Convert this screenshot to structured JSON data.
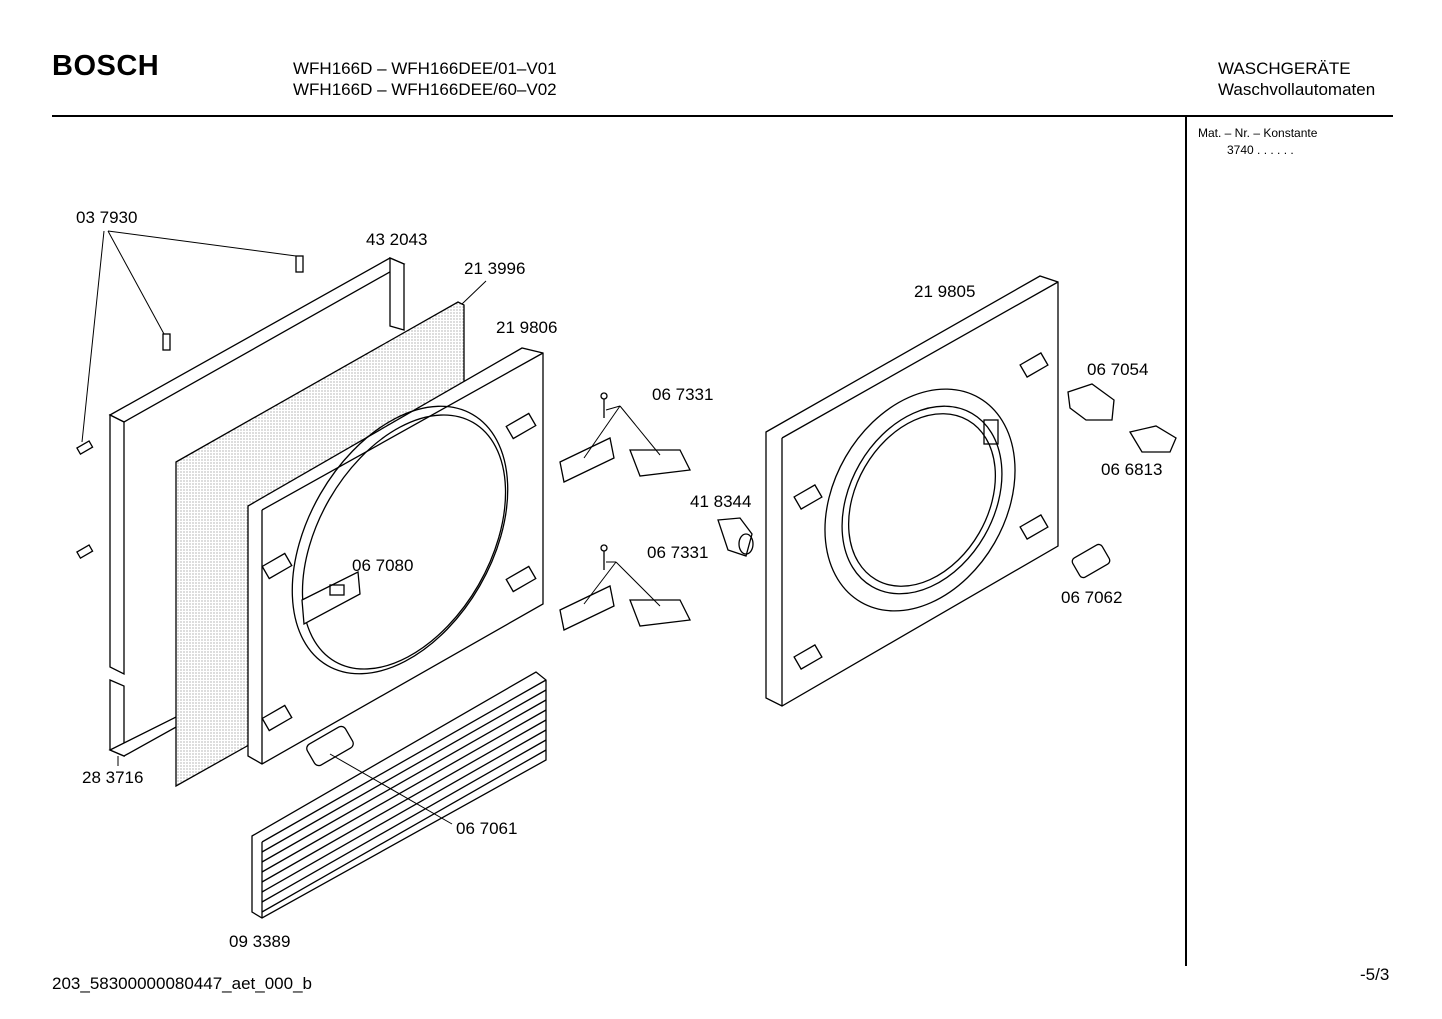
{
  "header": {
    "brand": "BOSCH",
    "model_lines": [
      "WFH166D – WFH166DEE/01–V01",
      "WFH166D – WFH166DEE/60–V02"
    ],
    "category_lines": [
      "WASCHGERÄTE",
      "Waschvollautomaten"
    ],
    "mat_label": "Mat. – Nr. – Konstante",
    "mat_value": "3740  .  .  .  .  .  ."
  },
  "parts": [
    {
      "id": "03 7930"
    },
    {
      "id": "43 2043"
    },
    {
      "id": "21 3996"
    },
    {
      "id": "21 9806"
    },
    {
      "id": "21 9805"
    },
    {
      "id": "06 7331"
    },
    {
      "id": "06 7054"
    },
    {
      "id": "06 6813"
    },
    {
      "id": "41 8344"
    },
    {
      "id": "06 7331"
    },
    {
      "id": "06 7080"
    },
    {
      "id": "06 7062"
    },
    {
      "id": "28 3716"
    },
    {
      "id": "06 7061"
    },
    {
      "id": "09 3389"
    }
  ],
  "footer": {
    "doc_id": "203_58300000080447_aet_000_b",
    "page": "-5/3"
  }
}
